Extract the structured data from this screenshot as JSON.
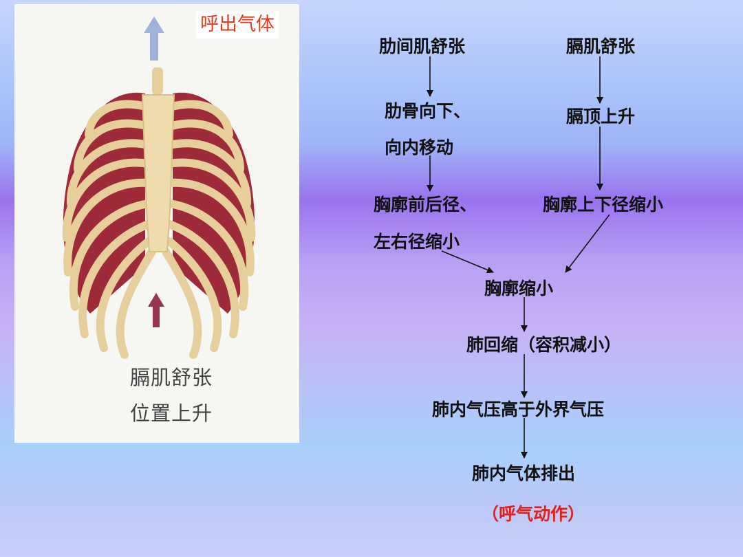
{
  "photo": {
    "tag": "呼出气体",
    "caption_line1": "膈肌舒张",
    "caption_line2": "位置上升"
  },
  "flow": {
    "intercostal_relax": "肋间肌舒张",
    "diaphragm_relax": "膈肌舒张",
    "ribs_line1": "肋骨向下、",
    "ribs_line2": "向内移动",
    "dome_up": "膈顶上升",
    "ap_line1": "胸廓前后径、",
    "ap_line2": "左右径缩小",
    "vertical_shrink": "胸廓上下径缩小",
    "thorax_shrink": "胸廓缩小",
    "lung_recoil": "肺回缩（容积减小）",
    "pressure": "肺内气压高于外界气压",
    "expel": "肺内气体排出",
    "action": "（呼气动作）"
  },
  "colors": {
    "arrow": "#111111",
    "highlight_text": "#e0201b",
    "tag_text": "#e43b1c"
  }
}
